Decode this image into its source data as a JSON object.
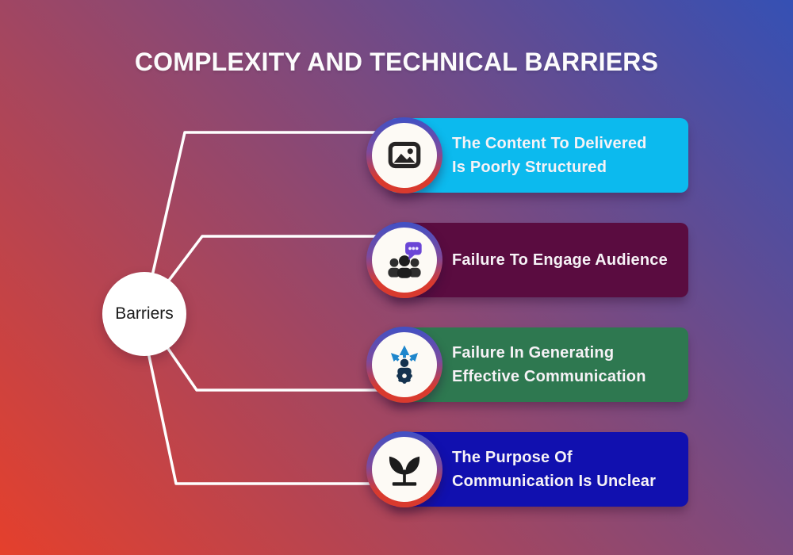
{
  "title": "COMPLEXITY AND TECHNICAL BARRIERS",
  "center": {
    "label": "Barriers"
  },
  "colors": {
    "background_gradient_start": "#e5402c",
    "background_gradient_end": "#3550b4",
    "connector_line": "#ffffff",
    "badge_ring_top": "#4051c5",
    "badge_ring_bottom": "#d93a2e",
    "badge_fill": "#fdfaf5",
    "title_text": "#fcfbfc",
    "bar_text": "#f6f2f6",
    "center_node_fill": "#ffffff",
    "center_node_text": "#1b1b1b"
  },
  "items": [
    {
      "icon": "image-icon",
      "color": "#0cbaee",
      "lines": [
        "The Content To Delivered",
        "Is Poorly Structured"
      ]
    },
    {
      "icon": "audience-icon",
      "color": "#5a0c40",
      "lines": [
        "Failure To Engage Audience"
      ]
    },
    {
      "icon": "communication-gear-icon",
      "color": "#2e7850",
      "lines": [
        "Failure In Generating",
        "Effective Communication"
      ]
    },
    {
      "icon": "sprout-icon",
      "color": "#1110af",
      "lines": [
        "The Purpose Of",
        "Communication Is Unclear"
      ]
    }
  ]
}
